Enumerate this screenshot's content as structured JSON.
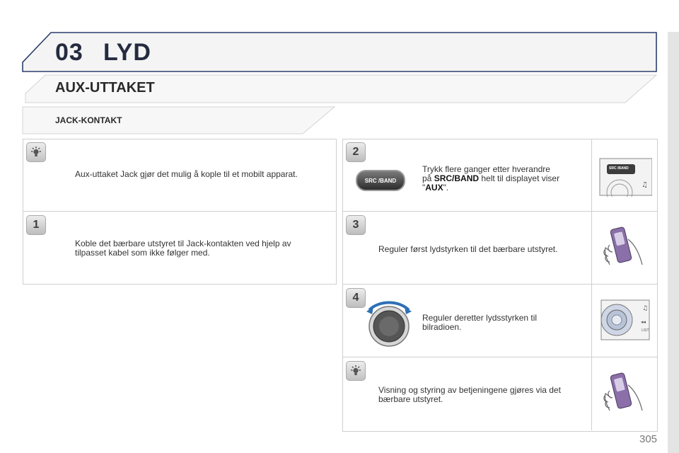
{
  "header": {
    "chapter_number": "03",
    "chapter_title": "LYD"
  },
  "section": {
    "title": "AUX-UTTAKET",
    "subtitle": "JACK-KONTAKT"
  },
  "left_panels": [
    {
      "icon": "bulb-icon",
      "text": "Aux-uttaket Jack gjør det mulig å kople til et mobilt apparat."
    },
    {
      "step": "1",
      "text": "Koble det bærbare utstyret til Jack-kontakten ved hjelp av tilpasset kabel som ikke følger med."
    }
  ],
  "right_panels": [
    {
      "step": "2",
      "button_label": "SRC /BAND",
      "text_line1": "Trykk flere ganger etter hverandre",
      "text_line2_prefix": "på ",
      "text_line2_bold": "SRC/BAND",
      "text_line2_suffix": " helt til displayet viser",
      "text_line3_prefix": "\"",
      "text_line3_bold": "AUX",
      "text_line3_suffix": "\".",
      "thumb_label": "SRC /BAND"
    },
    {
      "step": "3",
      "text": "Reguler først lydstyrken til det bærbare utstyret."
    },
    {
      "step": "4",
      "text": "Reguler deretter lydsstyrken til bilradioen.",
      "thumb_label": "LIST"
    },
    {
      "icon": "bulb-icon",
      "text": "Visning og styring av betjeningene gjøres via det bærbare utstyret."
    }
  ],
  "page_number": "305",
  "colors": {
    "header_text": "#252b3f",
    "header_line": "#2c3e6b",
    "panel_border": "#cfcfcf"
  }
}
